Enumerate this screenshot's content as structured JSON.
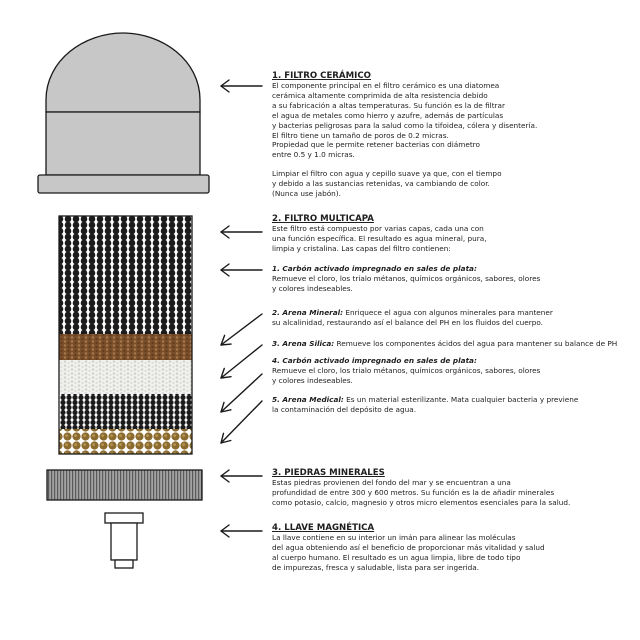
{
  "sections": {
    "ceramic": {
      "title": "1. FILTRO CERÁMICO",
      "lines": [
        "El componente principal en el filtro cerámico es una diatomea",
        "cerámica altamente comprimida de alta resistencia debido",
        "a su fabricación a altas temperaturas. Su función es la de filtrar",
        "el agua de metales como hierro y azufre, además de partículas",
        "y bacterias peligrosas para la salud como la tifoidea, cólera y disentería.",
        "El filtro tiene un tamaño  de poros de 0.2 micras.",
        "Propiedad que le permite retener bacterias con diámetro",
        "entre 0.5 y 1.0 micras."
      ],
      "care_lines": [
        "Limpiar el filtro con agua y cepillo suave ya que, con el tiempo",
        "y debido a las sustancias retenidas, va cambiando de color.",
        "(Nunca use jabón)."
      ]
    },
    "multilayer": {
      "title": "2. FILTRO MULTICAPA",
      "lines": [
        "Este filtro está compuesto por varias capas, cada una con",
        "una función específica. El resultado es agua mineral, pura,",
        "limpia y cristalina. Las capas del filtro contienen:"
      ],
      "layers": [
        {
          "name": "1. Carbón activado impregnado en sales de plata:",
          "inline": "",
          "lines": [
            "Remueve el cloro, los trialo métanos, químicos orgánicos, sabores, olores",
            "y colores indeseables."
          ]
        },
        {
          "name": "2. Arena Mineral:",
          "inline": " Enriquece el agua  con algunos minerales para mantener",
          "lines": [
            "su alcalinidad, restaurando así el balance del PH en los fluidos del cuerpo."
          ]
        },
        {
          "name": "3. Arena Silica:",
          "inline": " Remueve los componentes ácidos del agua para mantener su balance de PH",
          "lines": []
        },
        {
          "name": "4. Carbón activado impregnado en sales de plata:",
          "inline": "",
          "lines": [
            "Remueve el cloro, los trialo métanos, químicos orgánicos, sabores, olores",
            "y colores indeseables."
          ]
        },
        {
          "name": "5. Arena Medical:",
          "inline": " Es un material esterilizante. Mata cualquier bacteria y previene",
          "lines": [
            "la contaminación del depósito de agua."
          ]
        }
      ]
    },
    "stones": {
      "title": "3. PIEDRAS MINERALES",
      "lines": [
        "Estas piedras provienen del fondo del mar y se encuentran a una",
        "profundidad de entre 300 y 600 metros. Su función es la de añadir minerales",
        "como potasio, calcio, magnesio y otros micro elementos esenciales para la salud."
      ]
    },
    "tap": {
      "title": "4. LLAVE MAGNÉTICA",
      "lines": [
        "La llave contiene en su interior un imán para alinear las moléculas",
        "del agua obteniendo así el beneficio de proporcionar más vitalidad y salud",
        "al cuerpo humano. El resultado es un agua limpia, libre de todo tipo",
        "de impurezas, fresca y saludable, lista para ser ingerida."
      ]
    }
  },
  "colors": {
    "ceramic_fill": "#c7c7c7",
    "outline": "#1a1a1a",
    "carbon": "#1b1b1b",
    "mineral_sand": "#7a4e2a",
    "silica_sand": "#e8e8e6",
    "medical_sand": "#8a6a2e",
    "stones_fill": "#9a9a9a"
  }
}
